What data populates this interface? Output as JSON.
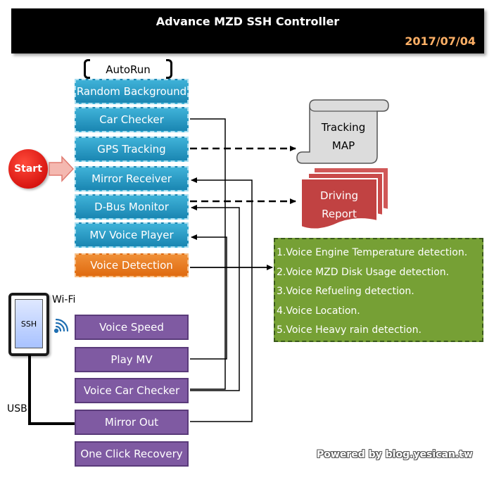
{
  "header": {
    "title": "Advance MZD SSH Controller",
    "date": "2017/07/04"
  },
  "autorun_label": "AutoRun",
  "autorun_items": {
    "random_background": "Random Background",
    "car_checker": "Car Checker",
    "gps_tracking": "GPS Tracking",
    "mirror_receiver": "Mirror Receiver",
    "dbus_monitor": "D-Bus Monitor",
    "mv_voice_player": "MV Voice Player",
    "voice_detection": "Voice Detection"
  },
  "start_label": "Start",
  "outputs": {
    "tracking_map_line1": "Tracking",
    "tracking_map_line2": "MAP",
    "driving_report_line1": "Driving",
    "driving_report_line2": "Report"
  },
  "voice_detection_list": [
    "1.Voice Engine Temperature detection.",
    "2.Voice MZD Disk Usage detection.",
    "3.Voice Refueling detection.",
    "4.Voice Location.",
    "5.Voice Heavy rain detection."
  ],
  "phone": {
    "screen_label": "SSH",
    "wifi_label": "Wi-Fi",
    "usb_label": "USB"
  },
  "commands": {
    "voice_speed": "Voice Speed",
    "play_mv": "Play MV",
    "voice_car_checker": "Voice Car Checker",
    "mirror_out": "Mirror Out",
    "one_click_recovery": "One Click Recovery"
  },
  "footer": "Powered by blog.yesican.tw",
  "colors": {
    "autorun_blue": "#2a9fcc",
    "voice_detection_orange": "#e8781e",
    "command_purple": "#7f5aa2",
    "detection_green": "#76a035",
    "start_red": "#e00000",
    "report_red": "#c94a4a"
  }
}
